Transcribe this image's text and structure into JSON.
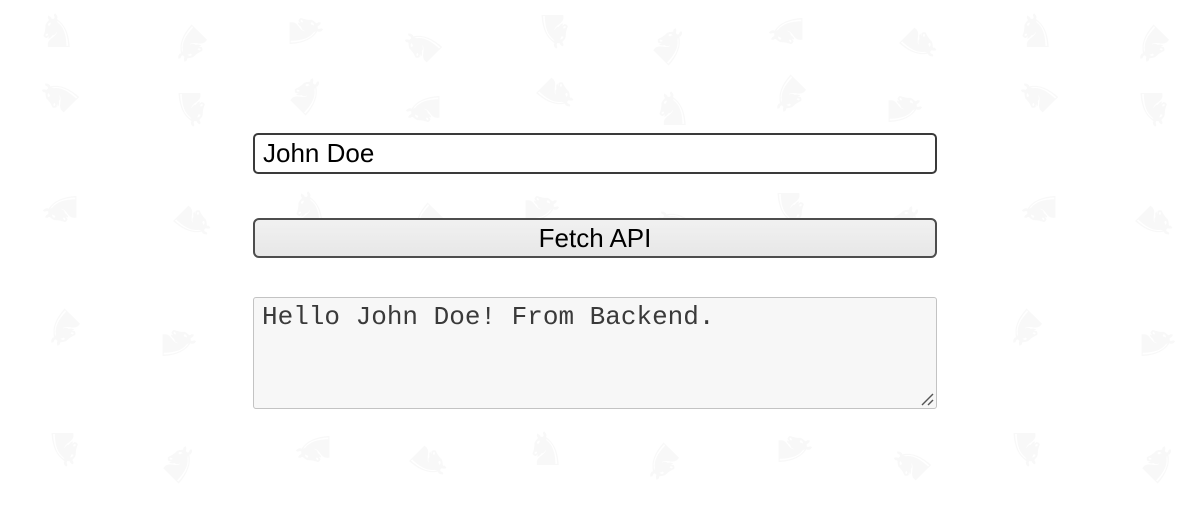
{
  "app": {
    "name_input": {
      "value": "John Doe"
    },
    "fetch_button": {
      "label": "Fetch API"
    },
    "response_output": {
      "value": "Hello John Doe! From Backend."
    }
  },
  "background": {
    "watermark_glyph": "♞",
    "watermark_color": "#000000"
  },
  "colors": {
    "page_bg": "#ffffff",
    "input_border": "#3a3a3a",
    "button_border": "#4d4d4d",
    "button_bg": "#ececec",
    "textarea_border": "#c3c3c3",
    "textarea_bg": "#f7f7f7",
    "textarea_text": "#3a3a3a"
  }
}
